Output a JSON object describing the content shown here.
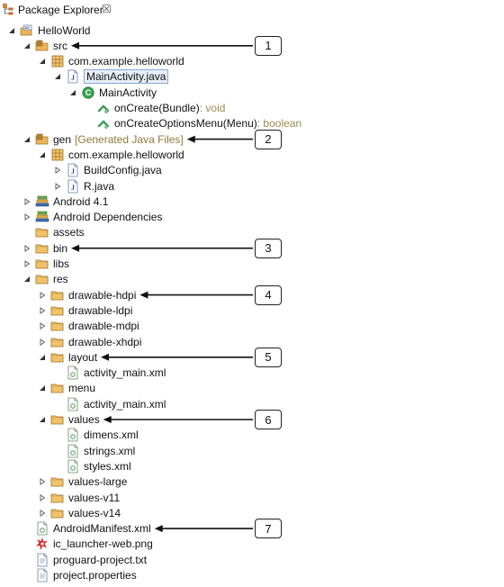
{
  "panel": {
    "title": "Package Explorer",
    "close_glyph": "☒"
  },
  "tree": [
    {
      "label": "HelloWorld",
      "icon": "project-icon",
      "expander": "expanded",
      "depth": 0
    },
    {
      "label": "src",
      "icon": "source-folder-icon",
      "expander": "expanded",
      "depth": 1
    },
    {
      "label": "com.example.helloworld",
      "icon": "package-icon",
      "expander": "expanded",
      "depth": 2
    },
    {
      "label": "MainActivity.java",
      "icon": "java-file-icon",
      "expander": "expanded",
      "depth": 3,
      "selected": true
    },
    {
      "label": "MainActivity",
      "icon": "class-icon",
      "expander": "expanded",
      "depth": 4
    },
    {
      "label": "onCreate(Bundle)",
      "suffix": " : void",
      "icon": "method-icon",
      "expander": "none",
      "depth": 5
    },
    {
      "label": "onCreateOptionsMenu(Menu)",
      "suffix": " : boolean",
      "icon": "method-icon",
      "expander": "none",
      "depth": 5
    },
    {
      "label": "gen",
      "decoration": "[Generated Java Files]",
      "icon": "source-folder-icon",
      "expander": "expanded",
      "depth": 1
    },
    {
      "label": "com.example.helloworld",
      "icon": "package-icon",
      "expander": "expanded",
      "depth": 2
    },
    {
      "label": "BuildConfig.java",
      "icon": "java-file-icon",
      "expander": "collapsed",
      "depth": 3
    },
    {
      "label": "R.java",
      "icon": "java-file-icon",
      "expander": "collapsed",
      "depth": 3
    },
    {
      "label": "Android 4.1",
      "icon": "library-icon",
      "expander": "collapsed",
      "depth": 1
    },
    {
      "label": "Android Dependencies",
      "icon": "library-icon",
      "expander": "collapsed",
      "depth": 1
    },
    {
      "label": "assets",
      "icon": "folder-icon",
      "expander": "none",
      "depth": 1
    },
    {
      "label": "bin",
      "icon": "folder-icon",
      "expander": "collapsed",
      "depth": 1
    },
    {
      "label": "libs",
      "icon": "folder-icon",
      "expander": "collapsed",
      "depth": 1
    },
    {
      "label": "res",
      "icon": "folder-icon",
      "expander": "expanded",
      "depth": 1
    },
    {
      "label": "drawable-hdpi",
      "icon": "folder-icon",
      "expander": "collapsed",
      "depth": 2
    },
    {
      "label": "drawable-ldpi",
      "icon": "folder-icon",
      "expander": "collapsed",
      "depth": 2
    },
    {
      "label": "drawable-mdpi",
      "icon": "folder-icon",
      "expander": "collapsed",
      "depth": 2
    },
    {
      "label": "drawable-xhdpi",
      "icon": "folder-icon",
      "expander": "collapsed",
      "depth": 2
    },
    {
      "label": "layout",
      "icon": "folder-icon",
      "expander": "expanded",
      "depth": 2
    },
    {
      "label": "activity_main.xml",
      "icon": "xml-file-icon",
      "expander": "none",
      "depth": 3
    },
    {
      "label": "menu",
      "icon": "folder-icon",
      "expander": "expanded",
      "depth": 2
    },
    {
      "label": "activity_main.xml",
      "icon": "xml-file-icon",
      "expander": "none",
      "depth": 3
    },
    {
      "label": "values",
      "icon": "folder-icon",
      "expander": "expanded",
      "depth": 2
    },
    {
      "label": "dimens.xml",
      "icon": "xml-file-icon",
      "expander": "none",
      "depth": 3
    },
    {
      "label": "strings.xml",
      "icon": "xml-file-icon",
      "expander": "none",
      "depth": 3
    },
    {
      "label": "styles.xml",
      "icon": "xml-file-icon",
      "expander": "none",
      "depth": 3
    },
    {
      "label": "values-large",
      "icon": "folder-icon",
      "expander": "collapsed",
      "depth": 2
    },
    {
      "label": "values-v11",
      "icon": "folder-icon",
      "expander": "collapsed",
      "depth": 2
    },
    {
      "label": "values-v14",
      "icon": "folder-icon",
      "expander": "collapsed",
      "depth": 2
    },
    {
      "label": "AndroidManifest.xml",
      "icon": "xml-file-icon",
      "expander": "none",
      "depth": 1
    },
    {
      "label": "ic_launcher-web.png",
      "icon": "image-file-icon",
      "expander": "none",
      "depth": 1
    },
    {
      "label": "proguard-project.txt",
      "icon": "text-file-icon",
      "expander": "none",
      "depth": 1
    },
    {
      "label": "project.properties",
      "icon": "text-file-icon",
      "expander": "none",
      "depth": 1
    }
  ],
  "callouts": [
    {
      "number": "1",
      "row": 1
    },
    {
      "number": "2",
      "row": 7
    },
    {
      "number": "3",
      "row": 14
    },
    {
      "number": "4",
      "row": 17
    },
    {
      "number": "5",
      "row": 21
    },
    {
      "number": "6",
      "row": 25
    },
    {
      "number": "7",
      "row": 32
    }
  ],
  "colors": {
    "selection_border": "#8aa7d4",
    "selection_fill": "#e8eef8",
    "decoration": "#8c7a3a",
    "folder": "#e8b04a",
    "package": "#b8860b",
    "class": "#2e9a4a",
    "method": "#3f9a5a"
  }
}
